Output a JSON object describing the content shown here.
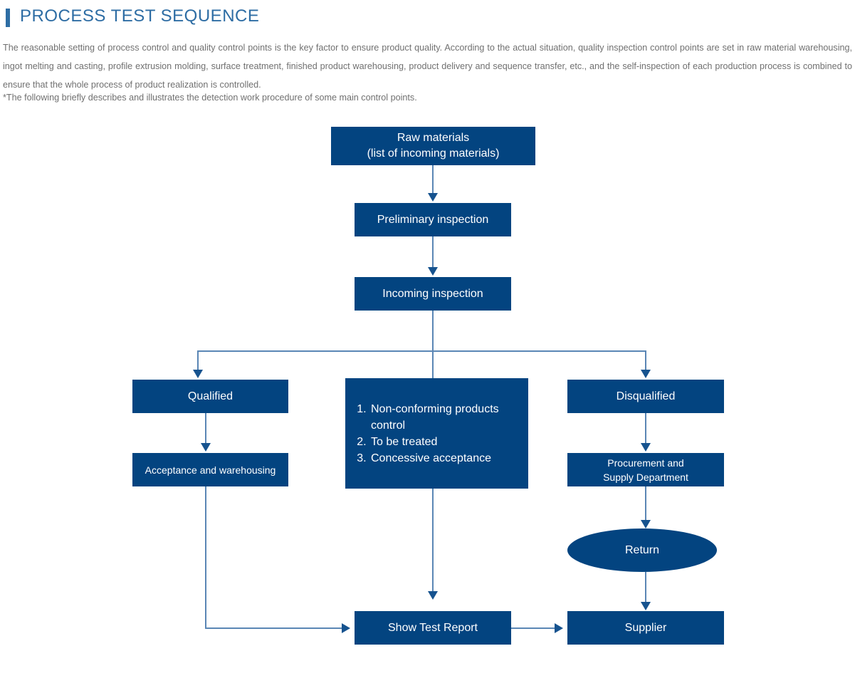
{
  "header": {
    "title": "PROCESS TEST SEQUENCE",
    "accent_color": "#2e6da4"
  },
  "intro": {
    "paragraph": "The reasonable setting of process control and quality control points is the key factor to ensure product quality. According to the actual situation, quality inspection control points are set in raw material warehousing, ingot melting and casting, profile extrusion molding, surface treatment, finished product warehousing, product delivery and sequence transfer, etc., and the self-inspection of each production process is combined to ensure that the whole process of product realization is controlled.",
    "note": "*The following briefly describes and illustrates the detection work procedure of some main control points."
  },
  "flowchart": {
    "node_fill": "#034480",
    "node_text_color": "#ffffff",
    "connector_color": "#5a86b5",
    "arrowhead_color": "#16538f",
    "nodes": {
      "raw_materials": "Raw materials\n(list of incoming materials)",
      "raw_materials_line1": "Raw materials",
      "raw_materials_line2": "(list of incoming materials)",
      "preliminary_inspection": "Preliminary inspection",
      "incoming_inspection": "Incoming inspection",
      "qualified": "Qualified",
      "acceptance_and_warehousing": "Acceptance and warehousing",
      "disqualified": "Disqualified",
      "procurement_line1": "Procurement and",
      "procurement_line2": "Supply Department",
      "return": "Return",
      "supplier": "Supplier",
      "show_test_report": "Show Test Report",
      "nonconforming_items": [
        "Non-conforming products control",
        "To be treated",
        "Concessive acceptance"
      ]
    }
  }
}
